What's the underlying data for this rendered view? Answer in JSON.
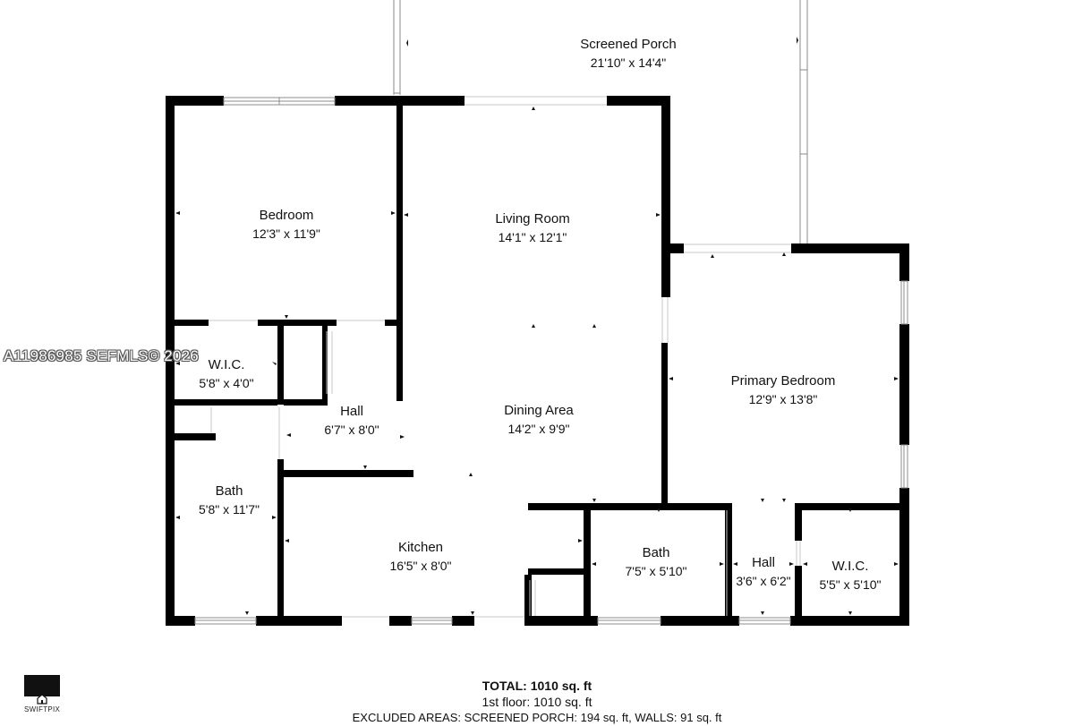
{
  "rooms": [
    {
      "name": "Screened Porch",
      "dims": "21'10\" x 14'4\""
    },
    {
      "name": "Bedroom",
      "dims": "12'3\" x 11'9\""
    },
    {
      "name": "Living Room",
      "dims": "14'1\" x 12'1\""
    },
    {
      "name": "W.I.C.",
      "dims": "5'8\" x 4'0\""
    },
    {
      "name": "Hall",
      "dims": "6'7\" x 8'0\""
    },
    {
      "name": "Dining Area",
      "dims": "14'2\" x 9'9\""
    },
    {
      "name": "Primary Bedroom",
      "dims": "12'9\" x 13'8\""
    },
    {
      "name": "Bath",
      "dims": "5'8\" x 11'7\""
    },
    {
      "name": "Kitchen",
      "dims": "16'5\" x 8'0\""
    },
    {
      "name": "Bath",
      "dims": "7'5\" x 5'10\""
    },
    {
      "name": "Hall",
      "dims": "3'6\" x 6'2\""
    },
    {
      "name": "W.I.C.",
      "dims": "5'5\" x 5'10\""
    }
  ],
  "watermark": "A11986985  SEFMLS© 2026",
  "totals": {
    "total": "TOTAL: 1010 sq. ft",
    "floor": "1st floor: 1010 sq. ft",
    "excluded": "EXCLUDED AREAS: SCREENED PORCH: 194 sq. ft, WALLS: 91 sq. ft"
  },
  "logo": {
    "text": "SWIFTPIX",
    "icon": "house-icon"
  },
  "colors": {
    "wall": "#000000",
    "background": "#ffffff",
    "window": "#9a9a9a"
  }
}
